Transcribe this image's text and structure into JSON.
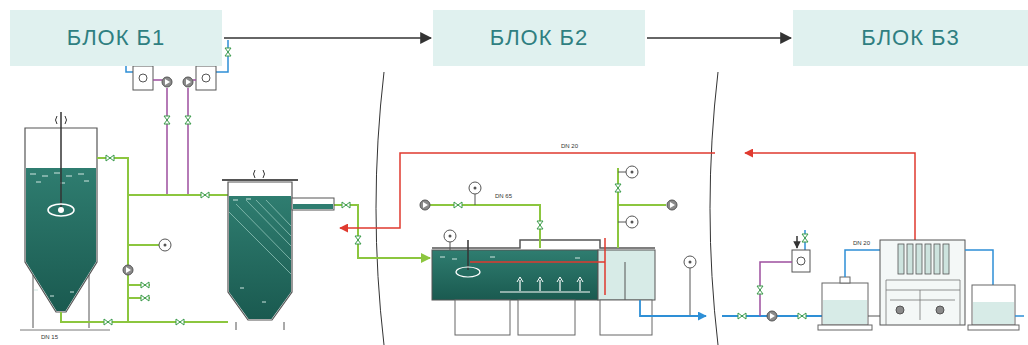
{
  "diagram": {
    "nodes": [
      {
        "text": [
          "БЛОК Б1"
        ]
      },
      {
        "text": [
          "БЛОК Б2"
        ]
      },
      {
        "text": [
          "БЛОК Б3"
        ]
      }
    ],
    "edges": [
      {
        "from": 0,
        "to": 1,
        "arrow": "to"
      },
      {
        "from": 1,
        "to": 2,
        "arrow": "to"
      }
    ],
    "labels": [
      "DN 20",
      "DN 65",
      "DN 20",
      "DN 15"
    ]
  }
}
